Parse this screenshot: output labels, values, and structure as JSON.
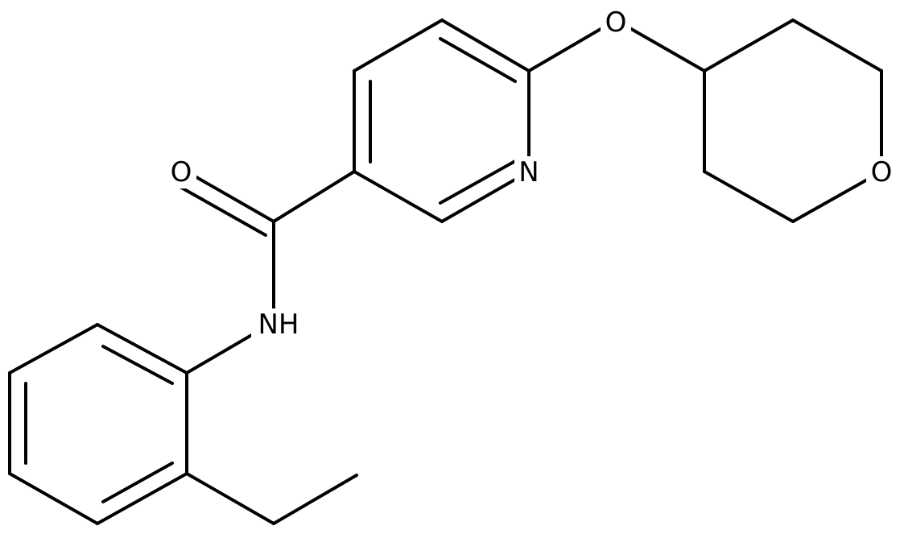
{
  "diagram": {
    "type": "chemical-structure",
    "atom_labels": {
      "carbonyl_oxygen": "O",
      "amide_nitrogen": "NH",
      "pyridine_nitrogen": "N",
      "ether_oxygen": "O",
      "ring_oxygen": "O"
    }
  }
}
